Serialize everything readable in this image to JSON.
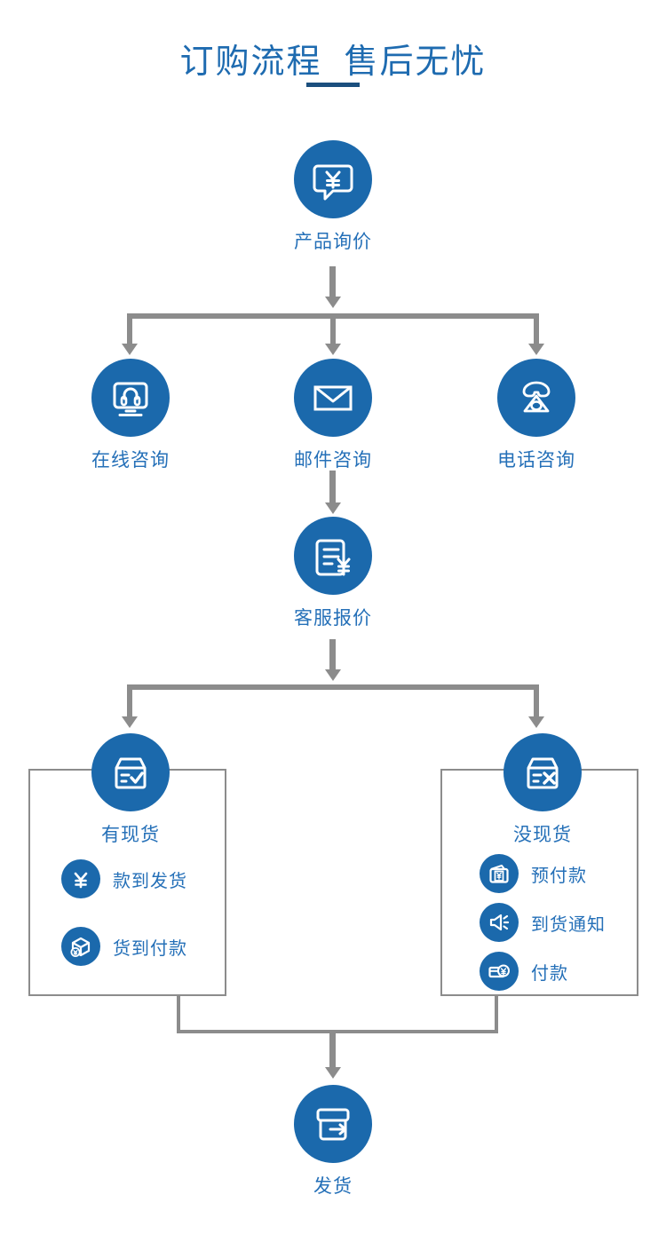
{
  "page": {
    "title_line": "订购流程  售后无忧",
    "accent_blue": "#1B69AC",
    "label_blue": "#2570B8",
    "connector_gray": "#8C8C8C",
    "underline_color": "#1B4F7E",
    "background": "#ffffff"
  },
  "flow": {
    "start": {
      "label": "产品询价",
      "icon": "speech-bubble-yen-icon"
    },
    "consult_options": [
      {
        "label": "在线咨询",
        "icon": "monitor-headset-icon"
      },
      {
        "label": "邮件咨询",
        "icon": "envelope-icon"
      },
      {
        "label": "电话咨询",
        "icon": "telephone-icon"
      }
    ],
    "quote": {
      "label": "客服报价",
      "icon": "document-yen-icon"
    },
    "stock_branches": [
      {
        "label": "有现货",
        "icon": "box-check-icon",
        "items": [
          {
            "label": "款到发货",
            "icon": "yen-icon"
          },
          {
            "label": "货到付款",
            "icon": "package-yen-icon"
          }
        ]
      },
      {
        "label": "没现货",
        "icon": "box-x-icon",
        "items": [
          {
            "label": "预付款",
            "icon": "wallet-yen-icon"
          },
          {
            "label": "到货通知",
            "icon": "speaker-icon"
          },
          {
            "label": "付款",
            "icon": "card-yen-icon"
          }
        ]
      }
    ],
    "end": {
      "label": "发货",
      "icon": "box-arrow-out-icon"
    }
  }
}
